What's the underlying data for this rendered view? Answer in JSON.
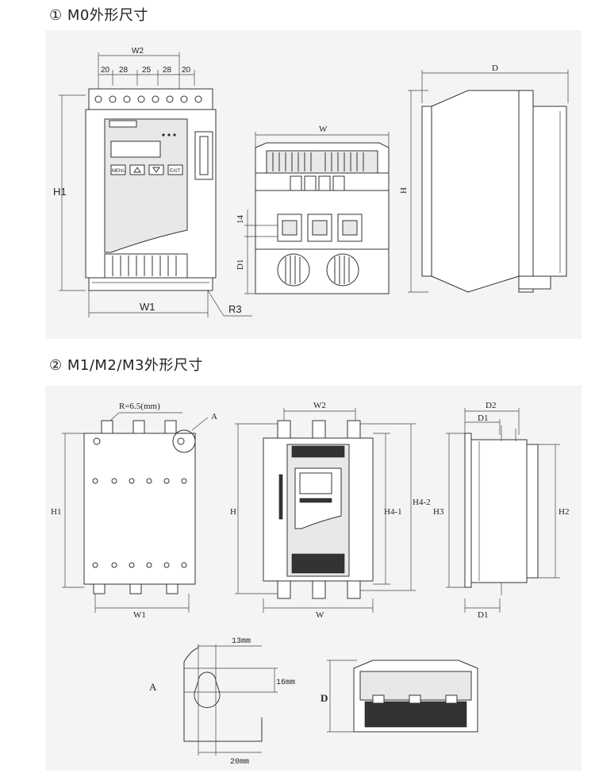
{
  "sections": [
    {
      "title": "① M0外形尺寸"
    },
    {
      "title": "② M1/M2/M3外形尺寸"
    }
  ],
  "m0": {
    "front": {
      "w2": "W2",
      "h1": "H1",
      "w1": "W1",
      "r3": "R3",
      "spacing": [
        "20",
        "28",
        "25",
        "28",
        "20"
      ],
      "buttons": [
        "MENU",
        "",
        "",
        "EXIT"
      ]
    },
    "bottom": {
      "w": "W",
      "d1": "D1",
      "dim14": "14"
    },
    "side": {
      "d": "D",
      "h": "H"
    }
  },
  "m1": {
    "back": {
      "radius": "R=6.5(mm)",
      "detail_ref": "A",
      "h1": "H1",
      "w1": "W1"
    },
    "front": {
      "w2": "W2",
      "h": "H",
      "h41": "H4-1",
      "h42": "H4-2",
      "w": "W"
    },
    "side": {
      "d2": "D2",
      "d1_top": "D1",
      "h3": "H3",
      "h2": "H2",
      "d1_bottom": "D1"
    },
    "detail": {
      "label": "A",
      "d13": "13mm",
      "d16": "16mm",
      "d20": "20mm"
    },
    "bottom": {
      "d": "D"
    }
  }
}
